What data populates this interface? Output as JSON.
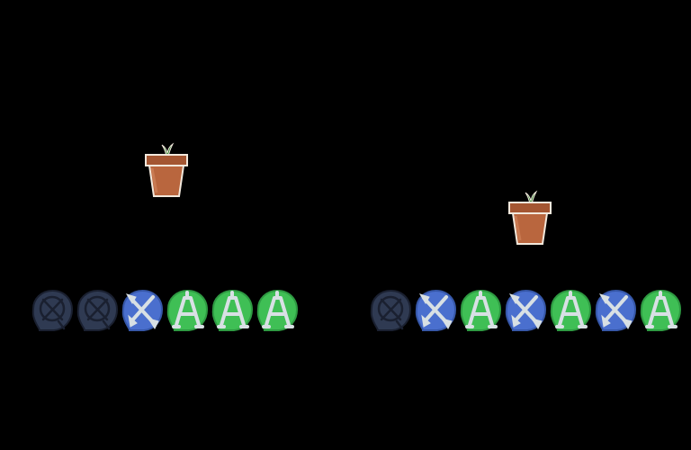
{
  "colors": {
    "background": "#000000",
    "empty_slot": "#2f3a52",
    "empty_slot_edge": "#1a2030",
    "shovel_slot": "#4a6fce",
    "fork_slot": "#3fbf55",
    "tool_glyph": "#d8e0e4",
    "pot_body": "#b9663e",
    "pot_rim": "#a45632",
    "pot_outline": "#f2e8dc",
    "sprout": "#3c8a3c"
  },
  "panels": [
    {
      "id": "left",
      "pot_icon": "sprout-pot-icon",
      "tool_slots": [
        "empty",
        "empty",
        "shovel",
        "fork",
        "fork",
        "fork"
      ]
    },
    {
      "id": "right",
      "pot_icon": "sprout-pot-icon",
      "tool_slots": [
        "empty",
        "shovel",
        "fork",
        "shovel",
        "fork",
        "shovel",
        "fork"
      ]
    }
  ]
}
